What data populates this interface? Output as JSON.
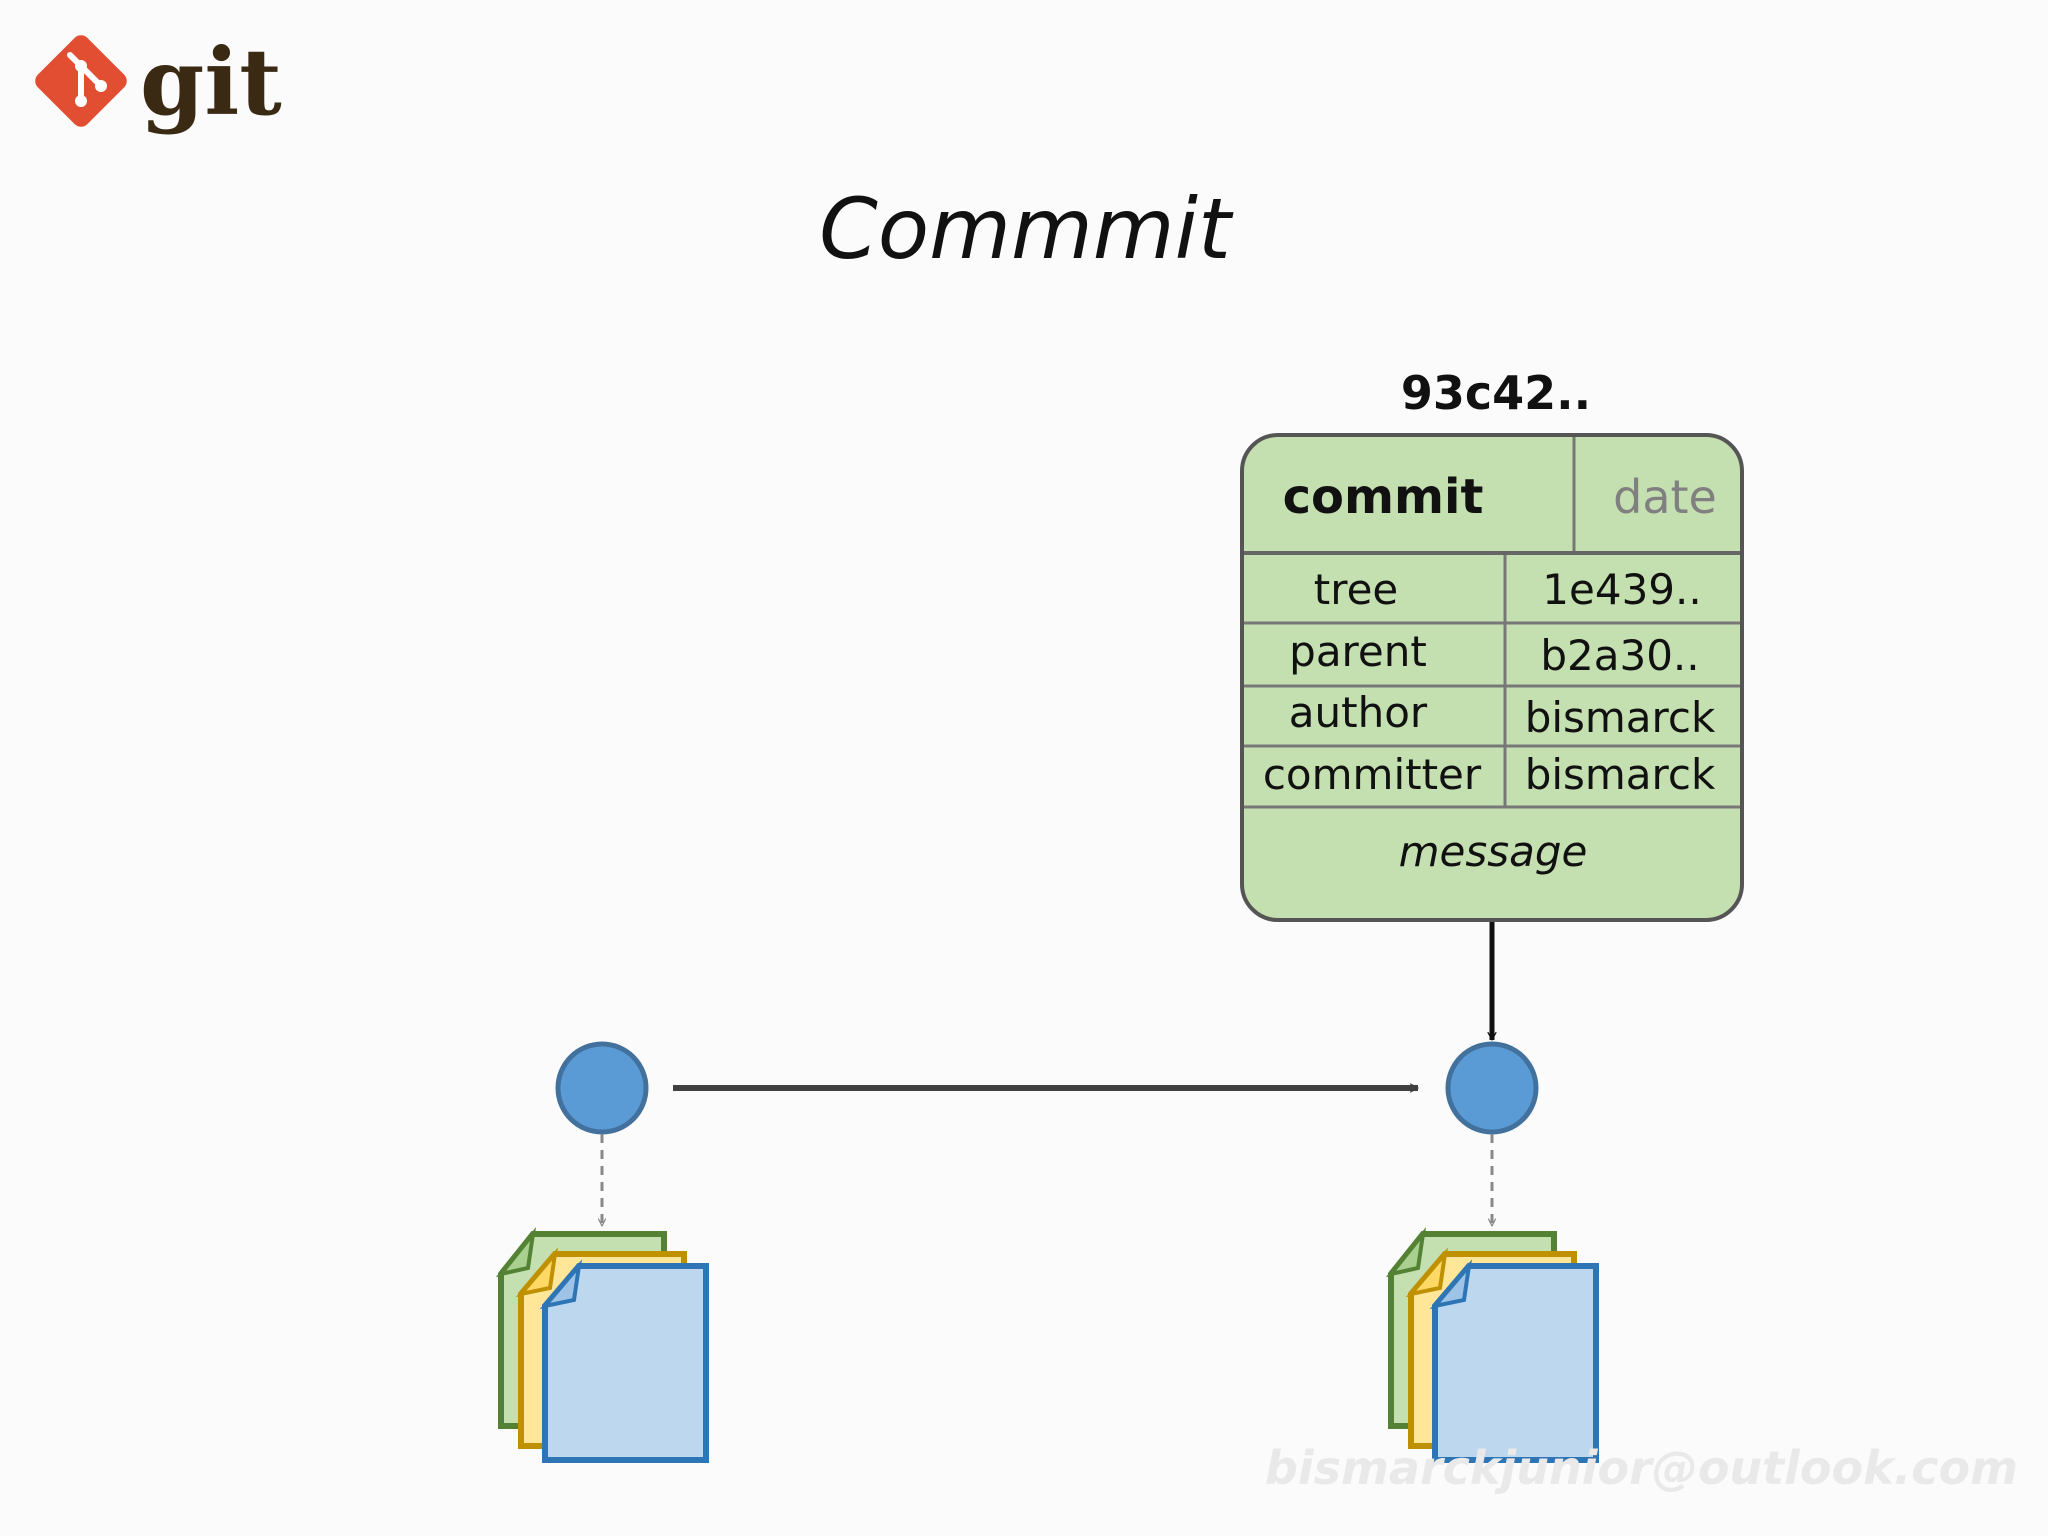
{
  "logo": {
    "text": "git",
    "colors": {
      "diamond": "#e14e32",
      "text": "#3a2a14"
    }
  },
  "title": "Commmit",
  "commit_object": {
    "hash": "93c42..",
    "header": "commit",
    "date_label": "date",
    "fields": [
      {
        "key": "tree",
        "value": "1e439.."
      },
      {
        "key": "parent",
        "value": "b2a30.."
      },
      {
        "key": "author",
        "value": "bismarck"
      },
      {
        "key": "committer",
        "value": "bismarck"
      }
    ],
    "message_label": "message",
    "colors": {
      "fill": "#c5e0b0",
      "border": "#555555",
      "divider": "#777777"
    }
  },
  "graph": {
    "nodes": [
      {
        "name": "parent-commit-node"
      },
      {
        "name": "current-commit-node"
      }
    ],
    "colors": {
      "node_fill": "#5b9bd5",
      "node_stroke": "#41719c",
      "arrow": "#404040",
      "dashed": "#888888"
    }
  },
  "file_stacks": {
    "colors": {
      "green": {
        "fill": "#c5e0b0",
        "stroke": "#548235"
      },
      "yellow": {
        "fill": "#ffe699",
        "stroke": "#bf9000"
      },
      "blue": {
        "fill": "#bdd7ee",
        "stroke": "#2e75b6"
      }
    }
  },
  "watermark": "bismarckjunior@outlook.com"
}
